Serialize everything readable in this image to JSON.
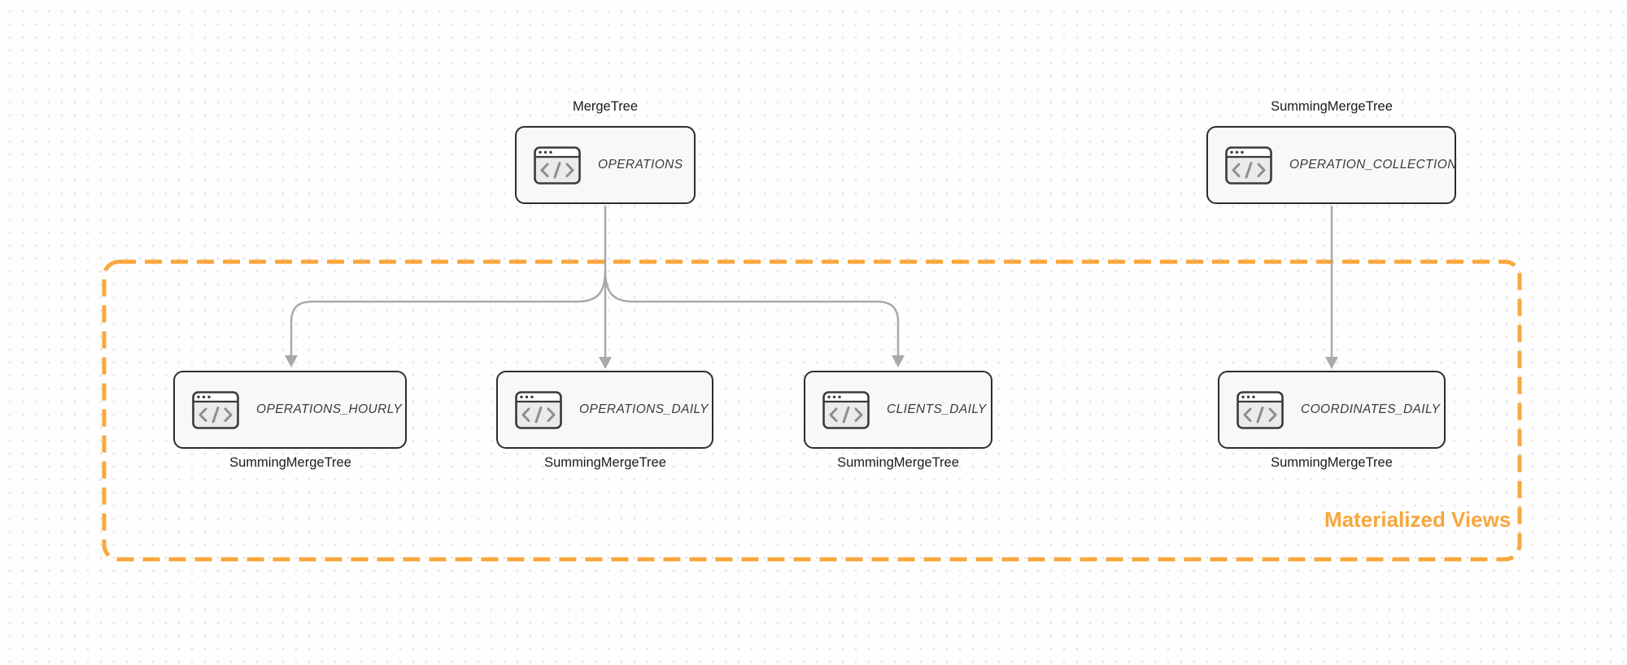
{
  "diagram": {
    "group_label": "Materialized Views",
    "colors": {
      "accent_orange": "#F9A63C",
      "arrow_gray": "#A9A9A9",
      "node_border": "#2D2D2D",
      "node_fill": "#F8F8F8",
      "canvas_bg": "#FEFEFE",
      "dot_grid": "#E3E3E3"
    },
    "nodes": [
      {
        "id": "operations",
        "label": "OPERATIONS",
        "engine": "MergeTree",
        "engine_label_position": "above",
        "icon": "code-window-icon",
        "in_group": false
      },
      {
        "id": "operation-collection",
        "label": "OPERATION_COLLECTION",
        "engine": "SummingMergeTree",
        "engine_label_position": "above",
        "icon": "code-window-icon",
        "in_group": false
      },
      {
        "id": "operations-hourly",
        "label": "OPERATIONS_HOURLY",
        "engine": "SummingMergeTree",
        "engine_label_position": "below",
        "icon": "code-window-icon",
        "in_group": true
      },
      {
        "id": "operations-daily",
        "label": "OPERATIONS_DAILY",
        "engine": "SummingMergeTree",
        "engine_label_position": "below",
        "icon": "code-window-icon",
        "in_group": true
      },
      {
        "id": "clients-daily",
        "label": "CLIENTS_DAILY",
        "engine": "SummingMergeTree",
        "engine_label_position": "below",
        "icon": "code-window-icon",
        "in_group": true
      },
      {
        "id": "coordinates-daily",
        "label": "COORDINATES_DAILY",
        "engine": "SummingMergeTree",
        "engine_label_position": "below",
        "icon": "code-window-icon",
        "in_group": true
      }
    ],
    "edges": [
      {
        "from": "operations",
        "to": "operations-hourly"
      },
      {
        "from": "operations",
        "to": "operations-daily"
      },
      {
        "from": "operations",
        "to": "clients-daily"
      },
      {
        "from": "operation-collection",
        "to": "coordinates-daily"
      }
    ]
  }
}
